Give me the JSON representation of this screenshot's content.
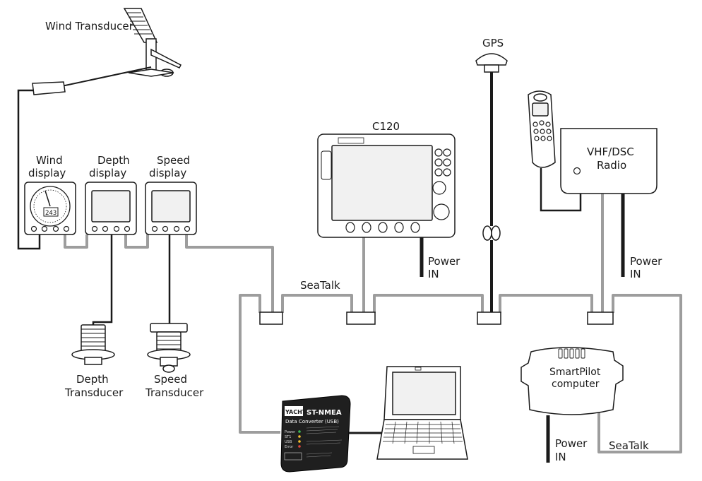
{
  "labels": {
    "wind_transducer": "Wind Transducer",
    "wind_display_1": "Wind",
    "wind_display_2": "display",
    "depth_display_1": "Depth",
    "depth_display_2": "display",
    "speed_display_1": "Speed",
    "speed_display_2": "display",
    "depth_transducer_1": "Depth",
    "depth_transducer_2": "Transducer",
    "speed_transducer_1": "Speed",
    "speed_transducer_2": "Transducer",
    "c120": "C120",
    "gps": "GPS",
    "vhf_1": "VHF/DSC",
    "vhf_2": "Radio",
    "power_c120_1": "Power",
    "power_c120_2": "IN",
    "power_vhf_1": "Power",
    "power_vhf_2": "IN",
    "power_sp_1": "Power",
    "power_sp_2": "IN",
    "seatalk_top": "SeaTalk",
    "seatalk_bottom": "SeaTalk",
    "smartpilot_1": "SmartPilot",
    "smartpilot_2": "computer",
    "wind_readout": "243"
  },
  "converter": {
    "brand": "YACHT",
    "title_1": "ST-NMEA",
    "title_2": "Data Converter (USB)",
    "status_labels": [
      "Power",
      "ST1",
      "USB",
      "Error"
    ]
  },
  "colors": {
    "seatalk_cable": "#9d9d9d",
    "data_cable": "#1a1a1a",
    "converter_body": "#1f1f1f",
    "led_power": "#3cba54",
    "led_st": "#f2c12e",
    "led_usb": "#f2c12e",
    "led_error": "#e0453c"
  }
}
